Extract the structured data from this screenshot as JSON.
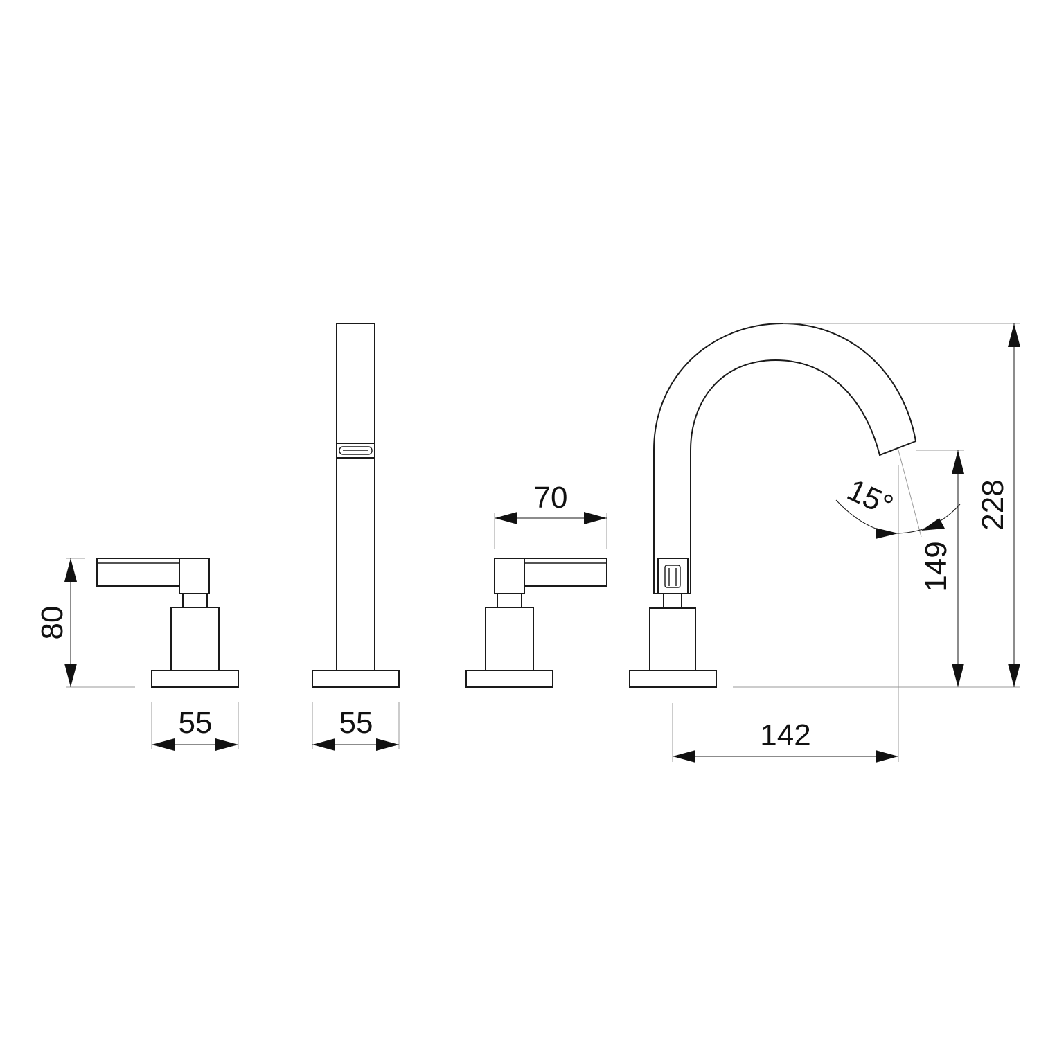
{
  "dimensions": {
    "handle_height": "80",
    "left_base_width": "55",
    "shower_base_width": "55",
    "handle_length": "70",
    "spout_reach": "142",
    "spout_outlet_height": "149",
    "total_height": "228",
    "spout_angle": "15°"
  },
  "colors": {
    "line": "#1a1a1a",
    "extension": "#9a9a9a",
    "background": "#ffffff"
  }
}
